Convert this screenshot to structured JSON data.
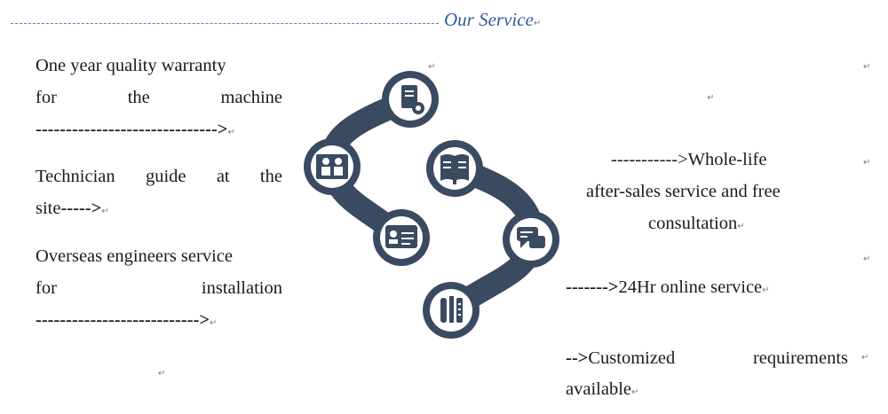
{
  "header": {
    "title": "Our Service",
    "mark": "↵"
  },
  "left": {
    "warranty": {
      "l1": "One year quality warranty",
      "l2a": "for",
      "l2b": "the",
      "l2c": "machine",
      "l3": "------------------------------>"
    },
    "technician": {
      "l1a": "Technician",
      "l1b": "guide",
      "l1c": "at",
      "l1d": "the",
      "l2a": "site",
      "l2b": "----->"
    },
    "overseas": {
      "l1": "Overseas engineers service",
      "l2a": "for",
      "l2b": "installation",
      "l3": "--------------------------->"
    }
  },
  "right": {
    "wholelife": {
      "l1": "----------->Whole-life",
      "l2": "after-sales service and free",
      "l3": "consultation"
    },
    "online": {
      "arrow": "------->",
      "text": "24Hr online service"
    },
    "custom": {
      "arrow": "-->",
      "w1": "Customized",
      "w2": "requirements",
      "l2": "available"
    }
  },
  "icons": [
    "document-gear-icon",
    "team-icon",
    "id-card-icon",
    "book-icon",
    "chat-icon",
    "tools-icon"
  ],
  "colors": {
    "accent": "#2f5aa0",
    "graphic": "#3a4a60",
    "text": "#1a1a1a"
  }
}
